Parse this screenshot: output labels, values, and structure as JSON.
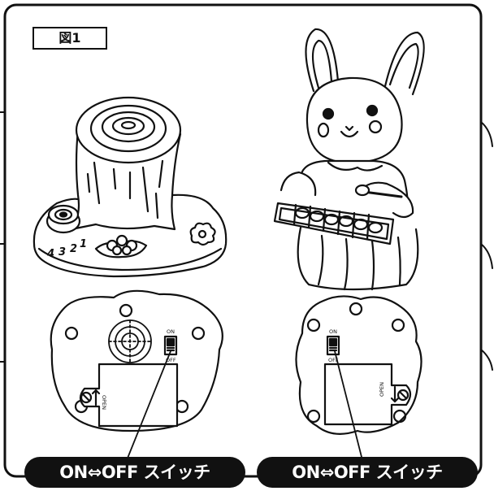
{
  "figure_label": "図1",
  "switch_callout_left": "ON⇔OFF スイッチ",
  "switch_callout_right": "ON⇔OFF スイッチ",
  "switch_on_text": "ON",
  "switch_off_text": "OFF",
  "battery_open_text": "OPEN",
  "stump_numbers": [
    "4",
    "3",
    "2",
    "1"
  ]
}
